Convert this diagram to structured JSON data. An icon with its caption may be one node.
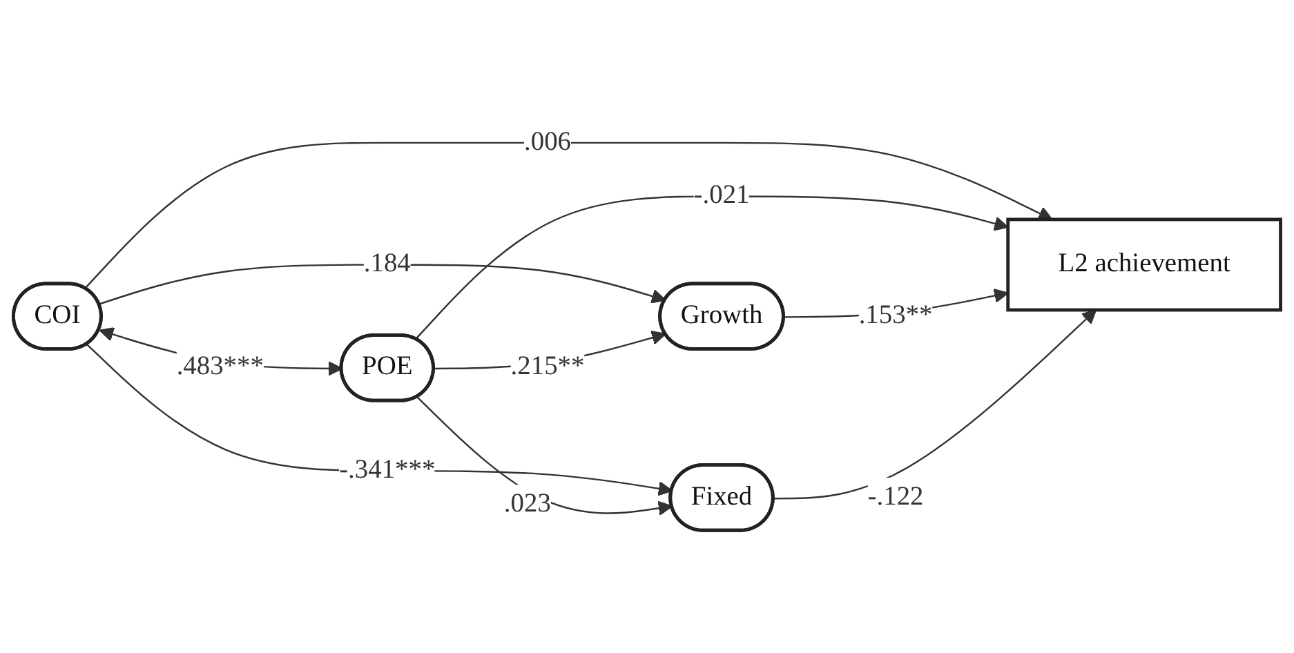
{
  "diagram": {
    "nodes": [
      {
        "text": [
          "COI"
        ]
      },
      {
        "text": [
          "POE"
        ]
      },
      {
        "text": [
          "Growth"
        ]
      },
      {
        "text": [
          "Fixed"
        ]
      },
      {
        "text": [
          "L2 achievement"
        ]
      }
    ],
    "edges": [
      {
        "from": 0,
        "to": 1,
        "arrow": "both",
        "label": ".483***"
      },
      {
        "from": 0,
        "to": 4,
        "arrow": "to",
        "label": ".006"
      },
      {
        "from": 0,
        "to": 2,
        "arrow": "to",
        "label": ".184"
      },
      {
        "from": 0,
        "to": 3,
        "arrow": "to",
        "label": "-.341***"
      },
      {
        "from": 1,
        "to": 2,
        "arrow": "to",
        "label": ".215**"
      },
      {
        "from": 1,
        "to": 3,
        "arrow": "to",
        "label": ".023"
      },
      {
        "from": 1,
        "to": 4,
        "arrow": "to",
        "label": "-.021"
      },
      {
        "from": 2,
        "to": 4,
        "arrow": "to",
        "label": ".153**"
      },
      {
        "from": 3,
        "to": 4,
        "arrow": "to",
        "label": "-.122"
      }
    ]
  }
}
